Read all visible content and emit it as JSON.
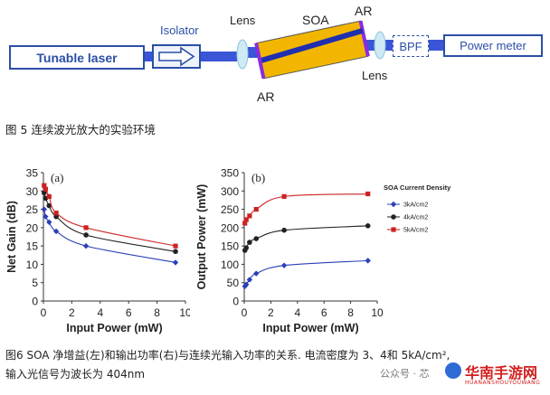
{
  "setup": {
    "tunable_laser": "Tunable laser",
    "isolator": "Isolator",
    "lens_left": "Lens",
    "soa": "SOA",
    "ar_top": "AR",
    "ar_bottom": "AR",
    "lens_right": "Lens",
    "bpf": "BPF",
    "power_meter": "Power meter",
    "beam_color": "#3a55d6",
    "soa_color": "#f2b600",
    "facet_color": "#8a2be2"
  },
  "caption5": "图 5  连续波光放大的实验环境",
  "caption6_line1": "图6 SOA 净增益(左)和输出功率(右)与连续光输入功率的关系. 电流密度为 3、4和 5kA/cm²,",
  "caption6_line2": "输入光信号为波长为 404nm",
  "watermark": "公众号 · 芯",
  "brand": "华南手游网",
  "brand_sub": "HUANANSHOUYOUWANG",
  "chart_data": [
    {
      "type": "line",
      "panel_label": "(a)",
      "xlabel": "Input Power (mW)",
      "ylabel": "Net Gain (dB)",
      "xlim": [
        0,
        10
      ],
      "ylim": [
        0,
        35
      ],
      "xticks": [
        "0",
        "2",
        "4",
        "6",
        "8",
        "10"
      ],
      "yticks": [
        "0",
        "5",
        "10",
        "15",
        "20",
        "25",
        "30",
        "35"
      ],
      "series": [
        {
          "name": "3kA/cm2",
          "color": "#2b3fb8",
          "marker": "diamond",
          "x": [
            0.05,
            0.15,
            0.4,
            0.9,
            3.0,
            9.3
          ],
          "y": [
            25,
            23,
            21.5,
            19,
            15,
            10.5
          ]
        },
        {
          "name": "4kA/cm2",
          "color": "#222222",
          "marker": "circle",
          "x": [
            0.05,
            0.15,
            0.4,
            0.9,
            3.0,
            9.3
          ],
          "y": [
            29.5,
            28,
            26,
            23,
            18,
            13.5
          ]
        },
        {
          "name": "5kA/cm2",
          "color": "#cc2222",
          "marker": "square",
          "x": [
            0.05,
            0.15,
            0.4,
            0.9,
            3.0,
            9.3
          ],
          "y": [
            31.5,
            30.5,
            28.5,
            24,
            20,
            15
          ]
        }
      ]
    },
    {
      "type": "line",
      "panel_label": "(b)",
      "xlabel": "Input Power (mW)",
      "ylabel": "Output Power (mW)",
      "xlim": [
        0,
        10
      ],
      "ylim": [
        0,
        350
      ],
      "xticks": [
        "0",
        "2",
        "4",
        "6",
        "8",
        "10"
      ],
      "yticks": [
        "0",
        "50",
        "100",
        "150",
        "200",
        "250",
        "300",
        "350"
      ],
      "legend_title": "SOA Current Density",
      "series": [
        {
          "name": "3kA/cm2",
          "color": "#2b3fb8",
          "marker": "diamond",
          "x": [
            0.05,
            0.15,
            0.4,
            0.9,
            3.0,
            9.3
          ],
          "y": [
            40,
            45,
            58,
            75,
            97,
            110
          ]
        },
        {
          "name": "4kA/cm2",
          "color": "#222222",
          "marker": "circle",
          "x": [
            0.05,
            0.15,
            0.4,
            0.9,
            3.0,
            9.3
          ],
          "y": [
            138,
            145,
            160,
            170,
            193,
            205
          ]
        },
        {
          "name": "5kA/cm2",
          "color": "#cc2222",
          "marker": "square",
          "x": [
            0.05,
            0.15,
            0.4,
            0.9,
            3.0,
            9.3
          ],
          "y": [
            212,
            222,
            232,
            250,
            285,
            292
          ]
        }
      ]
    }
  ]
}
